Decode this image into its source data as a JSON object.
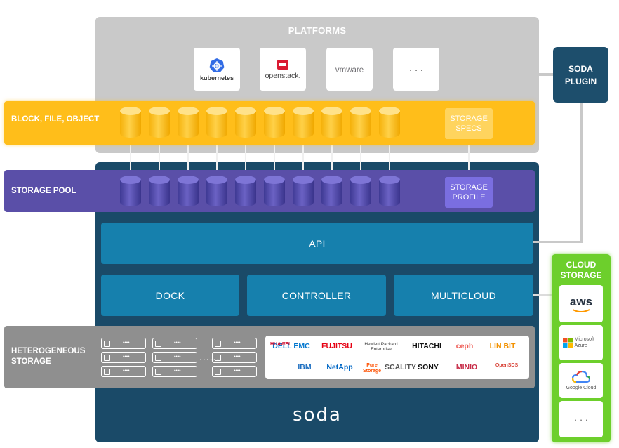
{
  "platforms": {
    "title": "PLATFORMS",
    "items": [
      {
        "label": "kubernetes",
        "icon": "kubernetes-icon",
        "color": "#326ce5"
      },
      {
        "label": "openstack.",
        "icon": "openstack-icon",
        "color": "#da1a32"
      },
      {
        "label": "vmware",
        "icon": "vmware-icon",
        "color": "#777777"
      },
      {
        "label": "· · ·",
        "icon": "more-icon",
        "color": "#555555"
      }
    ]
  },
  "layers": {
    "block": "BLOCK, FILE, OBJECT",
    "pool": "STORAGE POOL",
    "hetero": "HETEROGENEOUS STORAGE"
  },
  "storage_specs": {
    "line1": "STORAGE",
    "line2": "SPECS"
  },
  "storage_profile": {
    "line1": "STORAGE",
    "line2": "PROFILE"
  },
  "modules": {
    "api": "API",
    "dock": "DOCK",
    "controller": "CONTROLLER",
    "multicloud": "MULTICLOUD"
  },
  "servers_dots": "......",
  "vendors": [
    {
      "name": "DELL EMC",
      "color": "#0076ce"
    },
    {
      "name": "FUJITSU",
      "color": "#e60012"
    },
    {
      "name": "Hewlett Packard Enterprise",
      "color": "#333333"
    },
    {
      "name": "HITACHI",
      "color": "#111111"
    },
    {
      "name": "ceph",
      "color": "#ef5c55"
    },
    {
      "name": "LIN BIT",
      "color": "#f29100"
    },
    {
      "name": "HUAWEI",
      "color": "#cf0a2c"
    },
    {
      "name": "IBM",
      "color": "#1f70c1"
    },
    {
      "name": "NetApp",
      "color": "#0067c5"
    },
    {
      "name": "Pure Storage",
      "color": "#fe5000"
    },
    {
      "name": "SCALITY",
      "color": "#555555"
    },
    {
      "name": "SONY",
      "color": "#111111"
    },
    {
      "name": "MINIO",
      "color": "#c72c48"
    },
    {
      "name": "OpenSDS",
      "color": "#d9473c"
    }
  ],
  "soda_logo": "soda",
  "plugin": {
    "line1": "SODA",
    "line2": "PLUGIN"
  },
  "cloud": {
    "title_line1": "CLOUD",
    "title_line2": "STORAGE",
    "items": [
      {
        "label": "aws",
        "icon": "aws-icon"
      },
      {
        "label": "Microsoft Azure",
        "icon": "azure-icon"
      },
      {
        "label": "Google Cloud",
        "icon": "google-cloud-icon"
      },
      {
        "label": "· · ·",
        "icon": "more-icon"
      }
    ]
  }
}
